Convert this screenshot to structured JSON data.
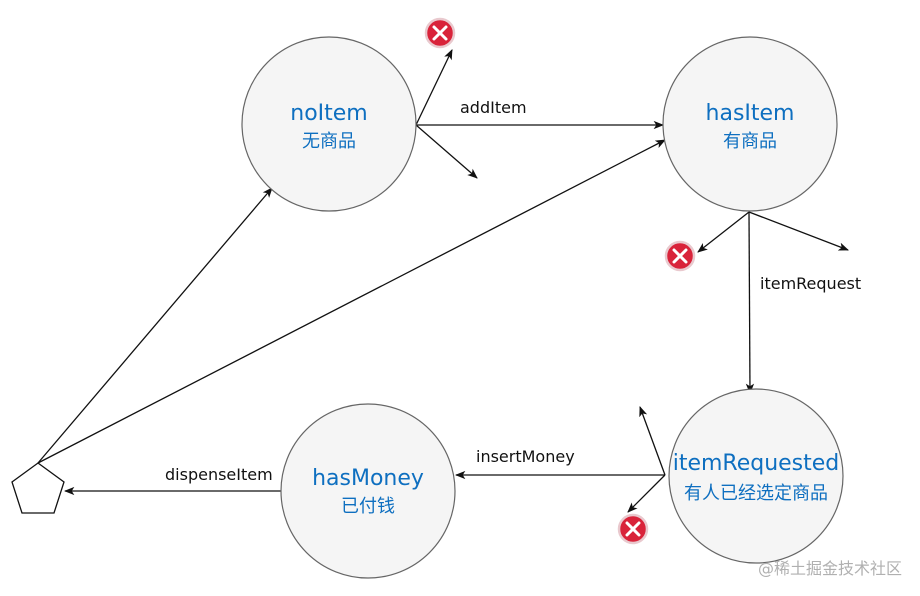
{
  "states": {
    "no_item": {
      "name": "noItem",
      "sub": "无商品"
    },
    "has_item": {
      "name": "hasItem",
      "sub": "有商品"
    },
    "item_requested": {
      "name": "itemRequested",
      "sub": "有人已经选定商品"
    },
    "has_money": {
      "name": "hasMoney",
      "sub": "已付钱"
    }
  },
  "transitions": {
    "add_item": "addItem",
    "item_request": "itemRequest",
    "insert_money": "insertMoney",
    "dispense_item": "dispenseItem"
  },
  "icons": {
    "reject": "reject-x-icon",
    "terminal": "pentagon-terminal"
  },
  "colors": {
    "state_text": "#0e6fc0",
    "state_fill": "#f5f5f5",
    "reject": "#d9233a"
  },
  "watermark": "@稀土掘金技术社区"
}
